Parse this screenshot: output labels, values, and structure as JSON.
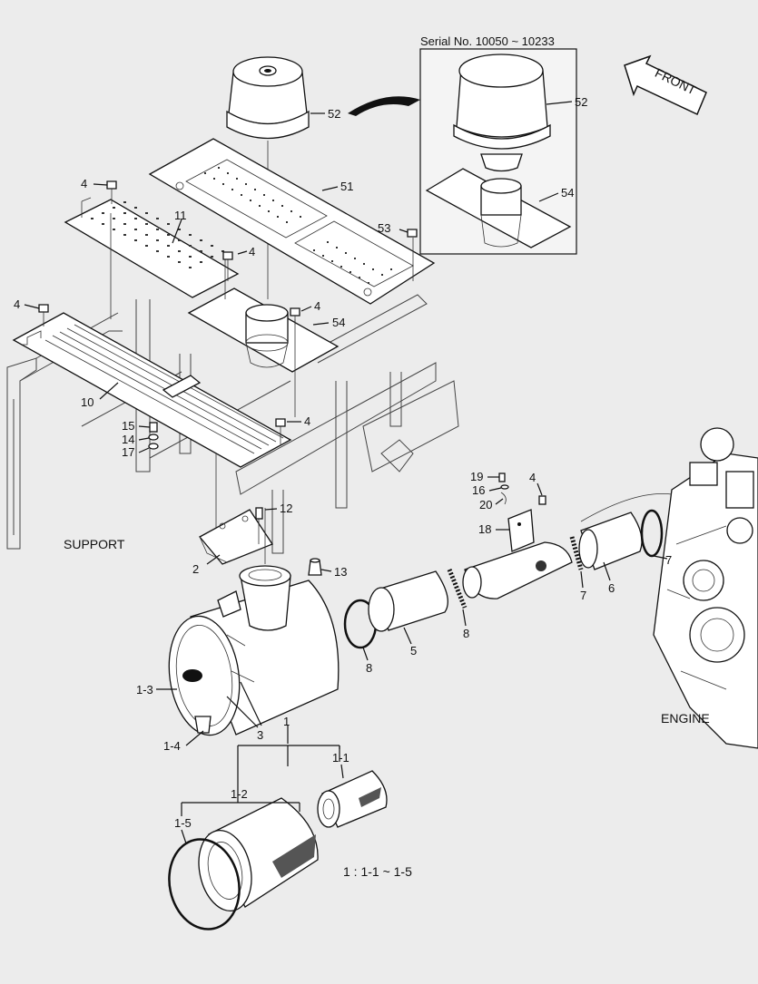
{
  "serial_note": "Serial No.  10050 ~ 10233",
  "front_label": "FRONT",
  "area_labels": {
    "support": "SUPPORT",
    "engine": "ENGINE"
  },
  "kit_note": "1 : 1-1 ~ 1-5",
  "callouts": {
    "c52a": "52",
    "c51": "51",
    "c53": "53",
    "c11": "11",
    "c4a": "4",
    "c4b": "4",
    "c4c": "4",
    "c4d": "4",
    "c4e": "4",
    "c4f": "4",
    "c54a": "54",
    "c10": "10",
    "c15": "15",
    "c14": "14",
    "c17": "17",
    "c12": "12",
    "c2": "2",
    "c13": "13",
    "c52b": "52",
    "c54b": "54",
    "c19": "19",
    "c16": "16",
    "c20": "20",
    "c18": "18",
    "c7a": "7",
    "c7b": "7",
    "c6": "6",
    "c8a": "8",
    "c8b": "8",
    "c5": "5",
    "c1": "1",
    "c1_3": "1-3",
    "c1_4": "1-4",
    "c3": "3",
    "c1_1": "1-1",
    "c1_2": "1-2",
    "c1_5": "1-5"
  }
}
